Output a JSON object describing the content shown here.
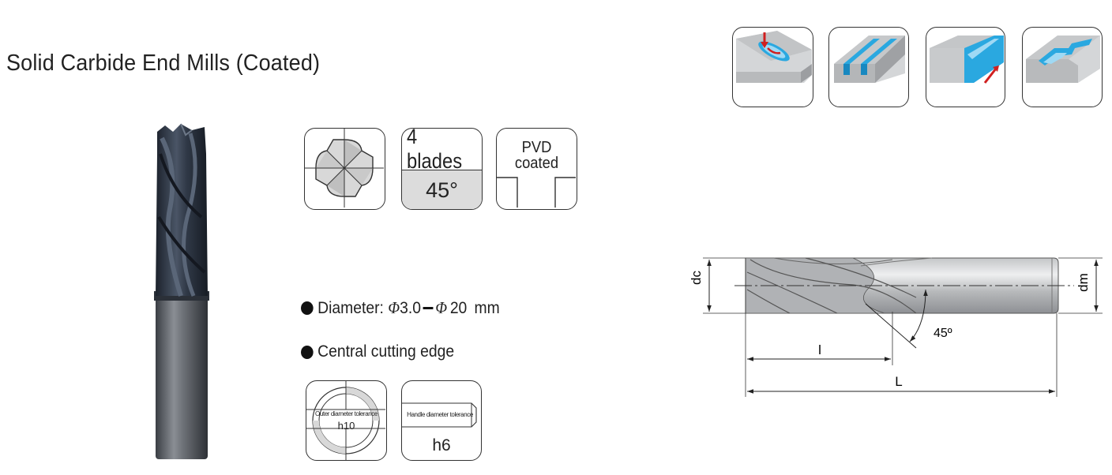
{
  "title": "Solid Carbide End Mills (Coated)",
  "spec_icons": {
    "blades_text": "4 blades",
    "helix_angle": "45°",
    "coating_line1": "PVD",
    "coating_line2": "coated"
  },
  "features": {
    "diameter_label": "Diameter:",
    "diameter_symbol": "Φ",
    "diameter_min": "3.0",
    "diameter_max": "20",
    "diameter_unit": "mm",
    "central_cutting": "Central cutting edge"
  },
  "tolerances": {
    "outer_label": "Outer diameter tolerance",
    "outer_value": "h10",
    "handle_label": "Handle diameter tolerance",
    "handle_value": "h6"
  },
  "diagram": {
    "dc": "dc",
    "dm": "dm",
    "l": "l",
    "L": "L",
    "angle": "45º"
  },
  "operation_icons": [
    "slot-plunge-icon",
    "slotting-icon",
    "side-milling-icon",
    "profiling-icon"
  ],
  "colors": {
    "tool_dark": "#2b3340",
    "shank": "#5c6068",
    "blue": "#2aa8e0",
    "red": "#d02020"
  }
}
